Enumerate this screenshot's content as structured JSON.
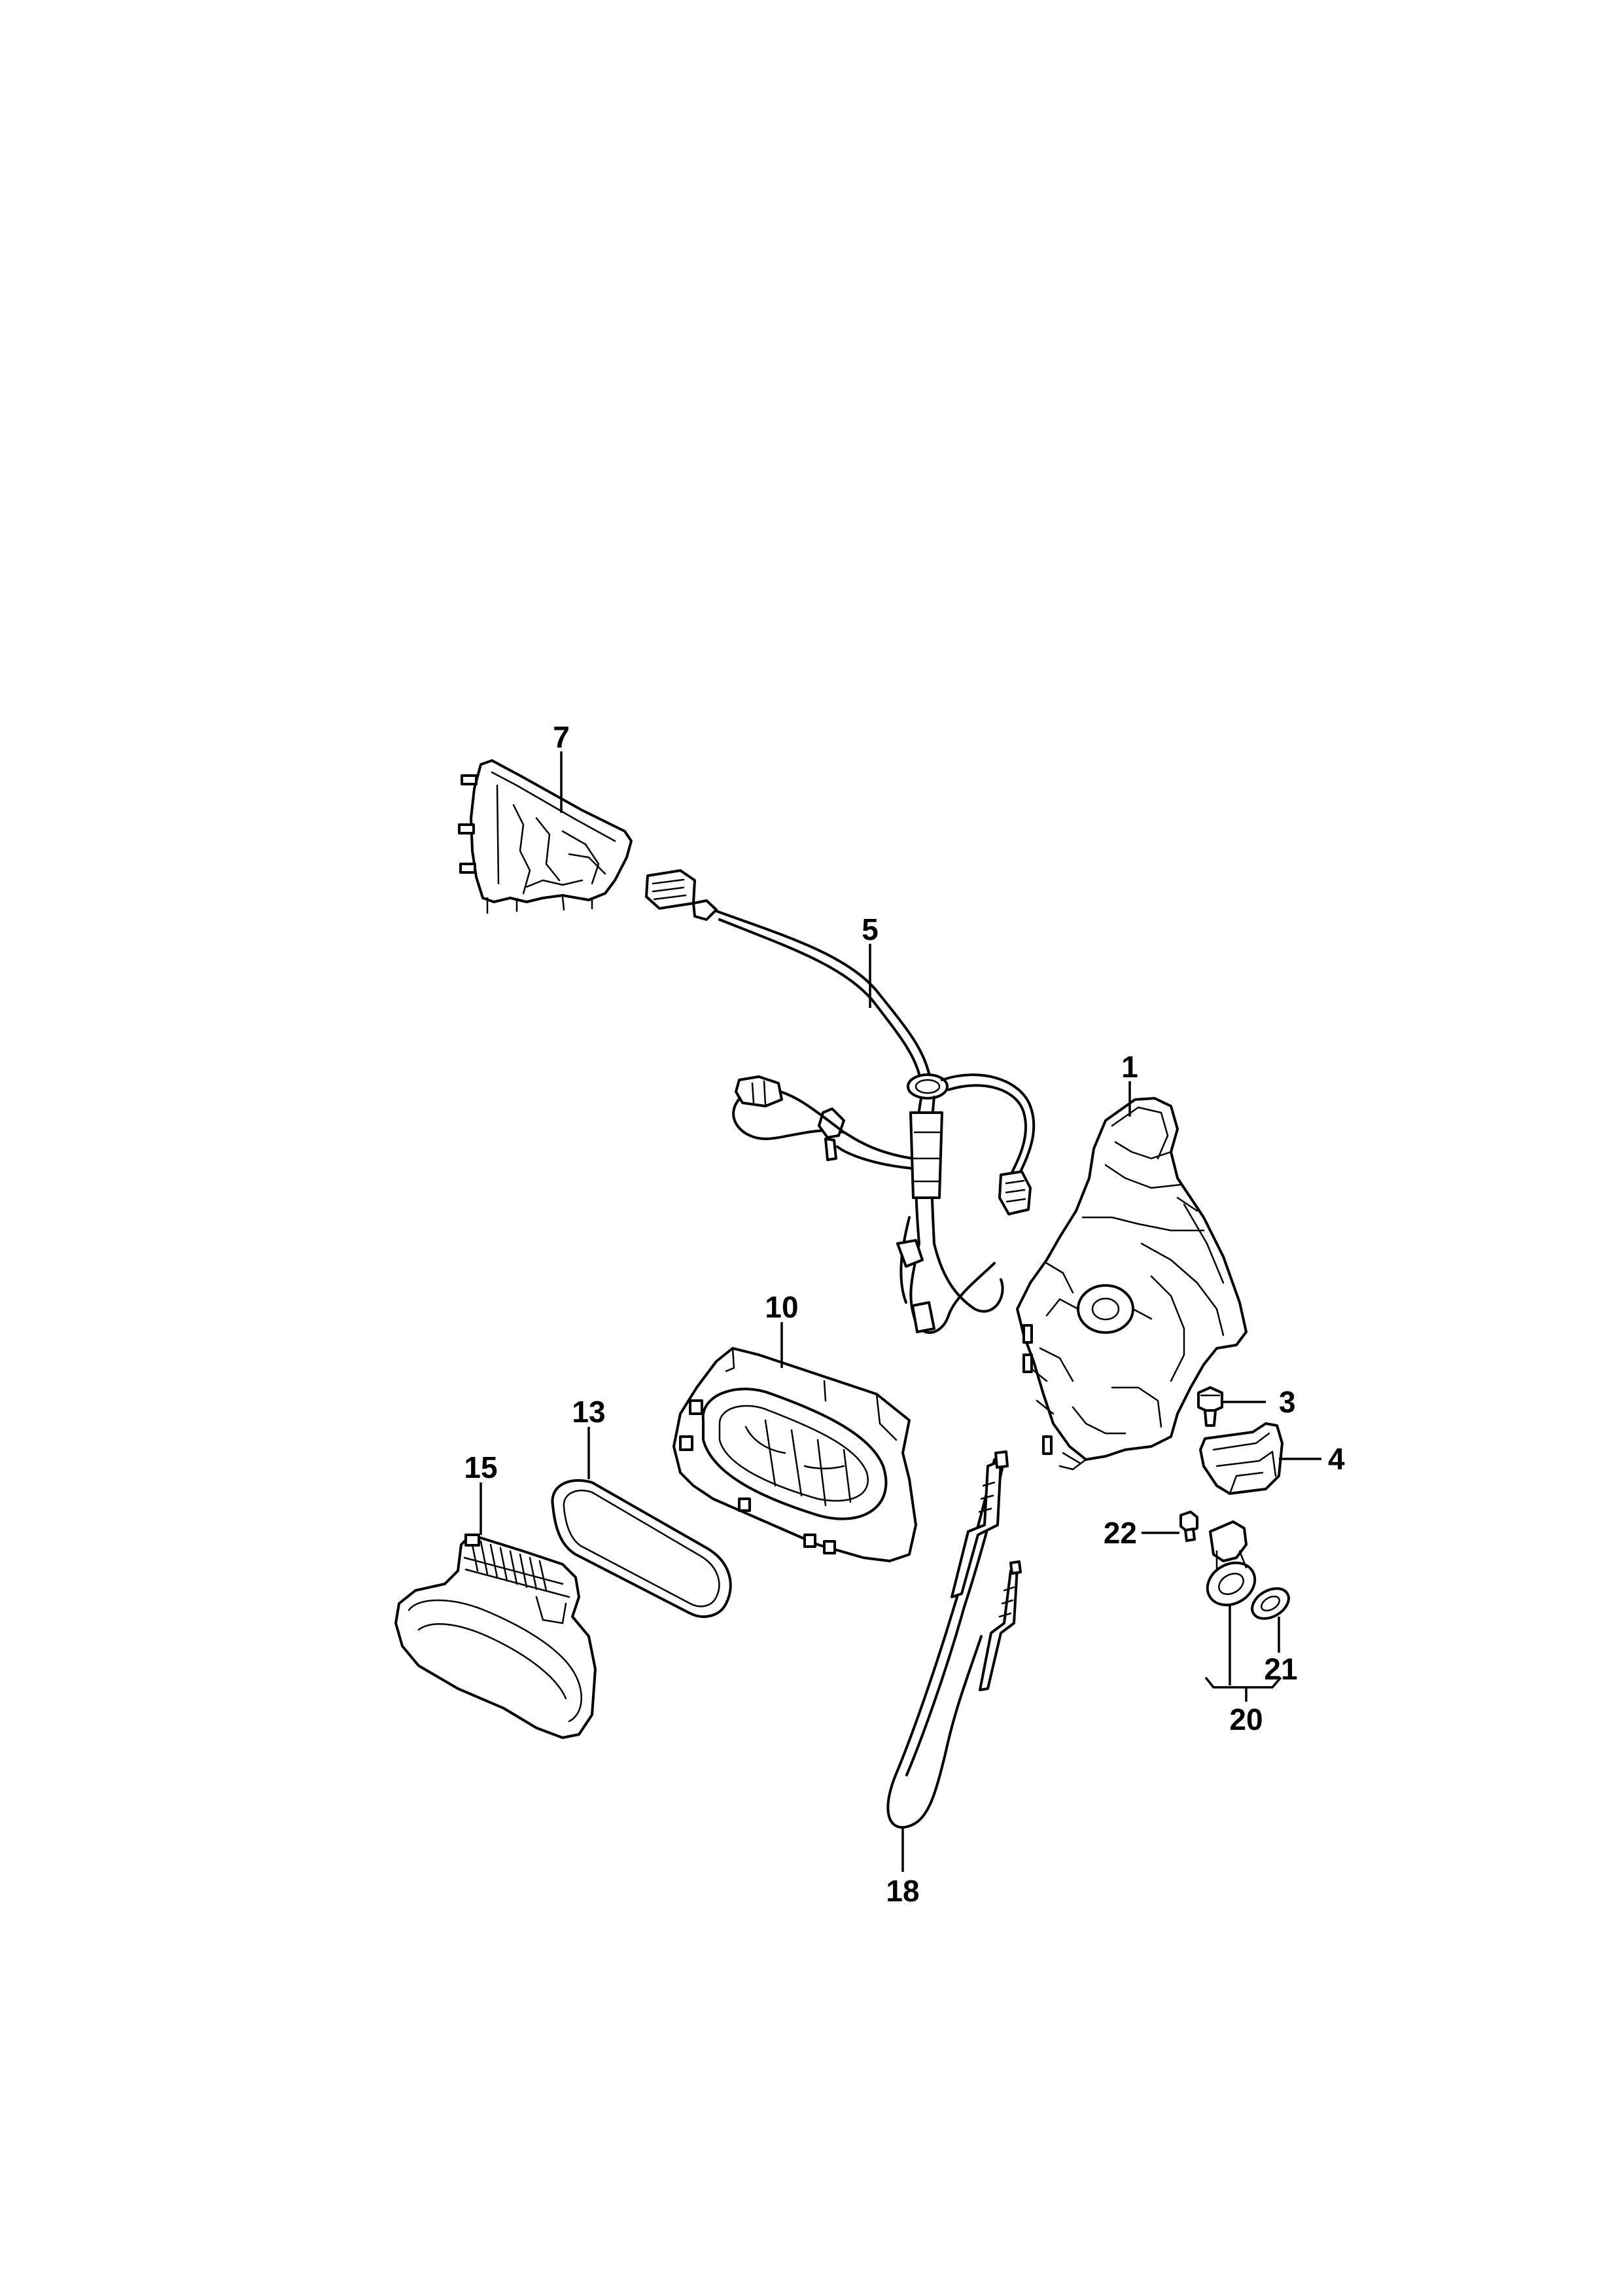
{
  "diagram": {
    "type": "exploded-parts-diagram",
    "callouts": {
      "part_1": "1",
      "part_3": "3",
      "part_4": "4",
      "part_5": "5",
      "part_7": "7",
      "part_10": "10",
      "part_13": "13",
      "part_15": "15",
      "part_18": "18",
      "part_20": "20",
      "part_21": "21",
      "part_22": "22"
    },
    "colors": {
      "line": "#000000",
      "background": "#ffffff"
    }
  }
}
